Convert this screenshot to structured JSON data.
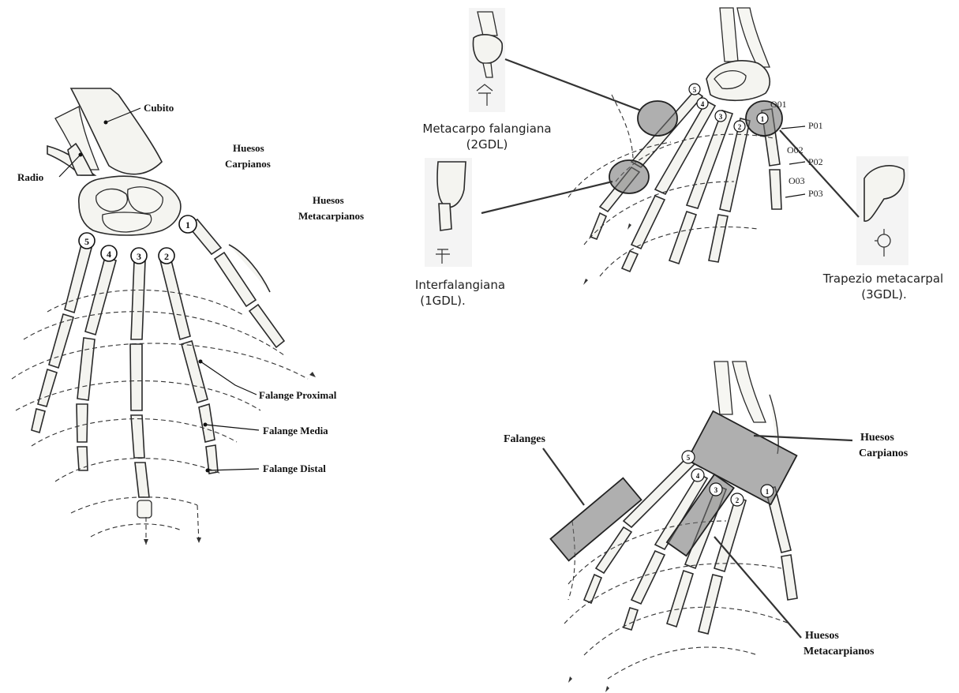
{
  "left_figure": {
    "labels": {
      "cubito": "Cubito",
      "radio": "Radio",
      "huesos_carpianos": [
        "Huesos",
        "Carpianos"
      ],
      "huesos_metacarpianos": [
        "Huesos",
        "Metacarpianos"
      ],
      "falange_proximal": "Falange Proximal",
      "falange_media": "Falange Media",
      "falange_distal": "Falange Distal"
    },
    "finger_numbers": [
      "5",
      "4",
      "3",
      "2",
      "1"
    ]
  },
  "top_right_figure": {
    "joints": {
      "metacarpo": [
        "Metacarpo falangiana",
        "(2GDL)"
      ],
      "interfalangiana": [
        "Interfalangiana",
        "(1GDL)."
      ],
      "trapezio": [
        "Trapezio metacarpal",
        "(3GDL)."
      ]
    },
    "points": [
      "O01",
      "P01",
      "O02",
      "P02",
      "O03",
      "P03"
    ],
    "finger_numbers": [
      "5",
      "4",
      "3",
      "2",
      "1"
    ]
  },
  "bottom_right_figure": {
    "labels": {
      "falanges": "Falanges",
      "huesos_carpianos": [
        "Huesos",
        "Carpianos"
      ],
      "huesos_metacarpianos": [
        "Huesos",
        "Metacarpianos"
      ]
    },
    "finger_numbers": [
      "5",
      "4",
      "3",
      "2",
      "1"
    ]
  }
}
